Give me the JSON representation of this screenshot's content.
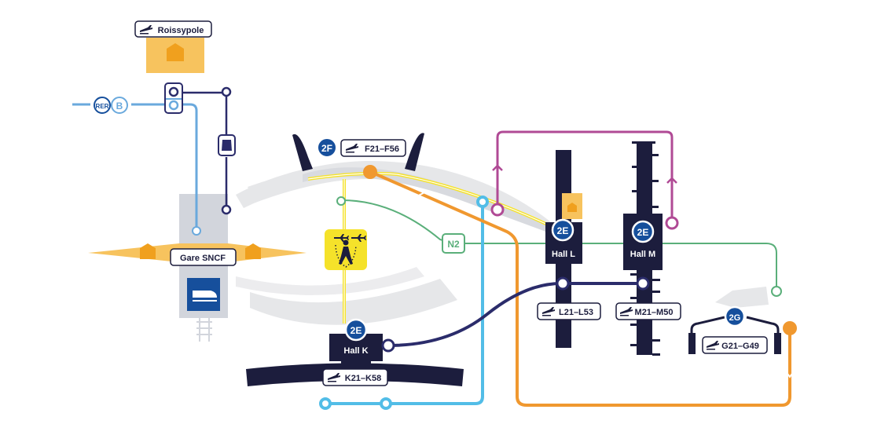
{
  "map": {
    "title": "Paris-CDG Terminal 2 E/F/G access map",
    "colors": {
      "navy": "#1c1d3d",
      "badge_blue": "#164f9c",
      "rer_blue": "#6aa9dd",
      "cdgval_navy": "#2b2c6b",
      "orange": "#f0982f",
      "magenta": "#b04a95",
      "green": "#5aaf7a",
      "cyan": "#52bde7",
      "yellow": "#f5e22a",
      "hotel": "#f7c35e",
      "hotel_icon": "#f0a01e",
      "grey": "#e6e7e9",
      "station_grey": "#d2d5dc"
    }
  },
  "places": {
    "roissypole": {
      "label": "Roissypole",
      "icon": "departures-plane-icon"
    },
    "gare": {
      "label": "Gare SNCF",
      "icon": "tgv-train-icon"
    },
    "rer": {
      "line_label": "RER",
      "line_letter": "B"
    },
    "terminal_2f": {
      "badge": "2F",
      "gates": "F21–F56"
    },
    "hall_k": {
      "badge": "2E",
      "name": "Hall K",
      "gates": "K21–K58"
    },
    "hall_l": {
      "badge": "2E",
      "name": "Hall L",
      "gates": "L21–L53"
    },
    "hall_m": {
      "badge": "2E",
      "name": "Hall M",
      "gates": "M21–M50"
    },
    "terminal_2g": {
      "badge": "2G",
      "gates": "G21–G49"
    },
    "n2": {
      "label": "N2"
    },
    "transit": {
      "icon": "transit-passengers-icon"
    }
  }
}
